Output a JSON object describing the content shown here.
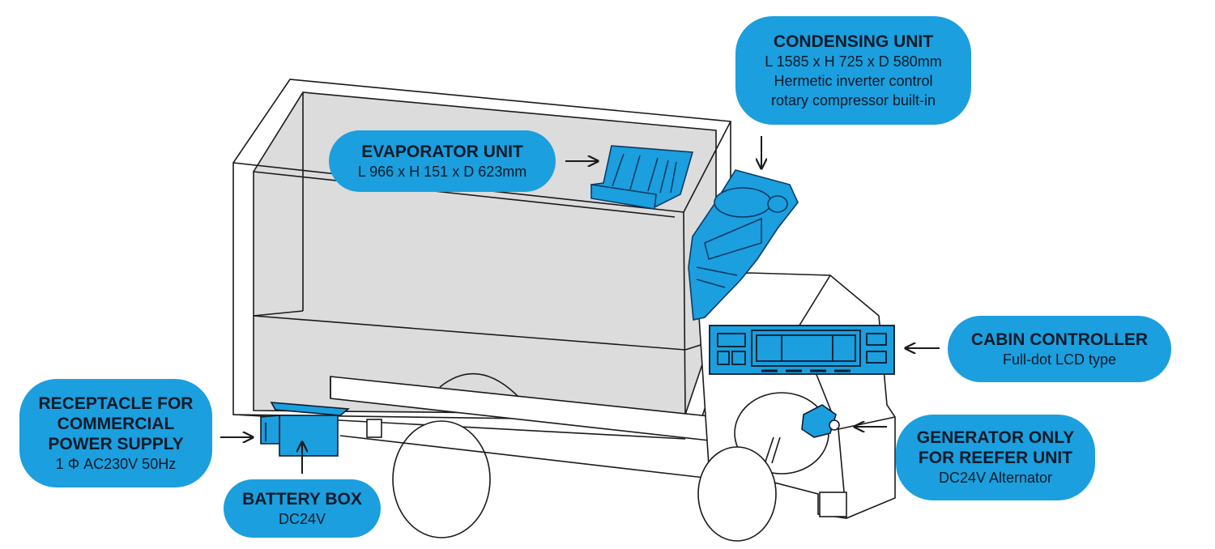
{
  "colors": {
    "accent": "#1b9fde",
    "component_fill": "#1b9fde",
    "body_fill": "#dcdcdc",
    "outline": "#1a1a1a"
  },
  "labels": {
    "condensing_unit": {
      "title": "CONDENSING UNIT",
      "lines": [
        "L 1585  x H 725 x D 580mm",
        "Hermetic inverter control",
        "rotary compressor built-in"
      ]
    },
    "evaporator_unit": {
      "title": "EVAPORATOR UNIT",
      "lines": [
        "L 966 x H 151 x D 623mm"
      ]
    },
    "cabin_controller": {
      "title": "CABIN CONTROLLER",
      "lines": [
        "Full-dot LCD type"
      ]
    },
    "receptacle": {
      "title": "RECEPTACLE FOR\nCOMMERCIAL\nPOWER SUPPLY",
      "lines": [
        "1 Φ AC230V 50Hz"
      ]
    },
    "battery_box": {
      "title": "BATTERY BOX",
      "lines": [
        "DC24V"
      ]
    },
    "generator": {
      "title": "GENERATOR ONLY\nFOR REEFER UNIT",
      "lines": [
        "DC24V Alternator"
      ]
    }
  }
}
